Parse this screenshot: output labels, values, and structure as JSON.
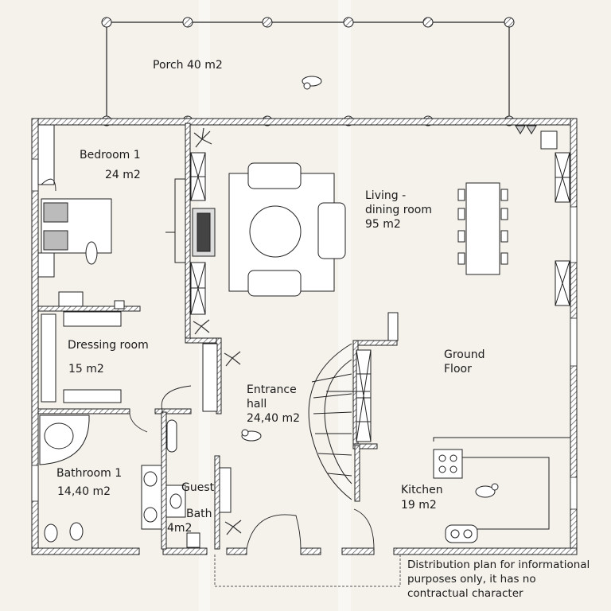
{
  "rooms": {
    "porch": {
      "name": "Porch",
      "area": "40 m2"
    },
    "bedroom1": {
      "name": "Bedroom 1",
      "area": "24 m2"
    },
    "living": {
      "name_line1": "Living -",
      "name_line2": "dining room",
      "area": "95 m2"
    },
    "dressing": {
      "name": "Dressing room",
      "area": "15 m2"
    },
    "ground_floor": {
      "line1": "Ground",
      "line2": "Floor"
    },
    "entrance": {
      "name_line1": "Entrance",
      "name_line2": "hall",
      "area": "24,40 m2"
    },
    "bathroom1": {
      "name": "Bathroom 1",
      "area": "14,40 m2"
    },
    "guest": {
      "name_line1": "Guest",
      "name_line2": "Bath",
      "area": "4m2"
    },
    "kitchen": {
      "name": "Kitchen",
      "area": "19 m2"
    }
  },
  "disclaimer": {
    "line1": "Distribution plan for informational",
    "line2": "purposes only, it has no",
    "line3": "contractual character"
  },
  "colors": {
    "ink": "#1f1f1f",
    "paper": "#f5f2ec",
    "hatch": "#6b6b6b"
  }
}
